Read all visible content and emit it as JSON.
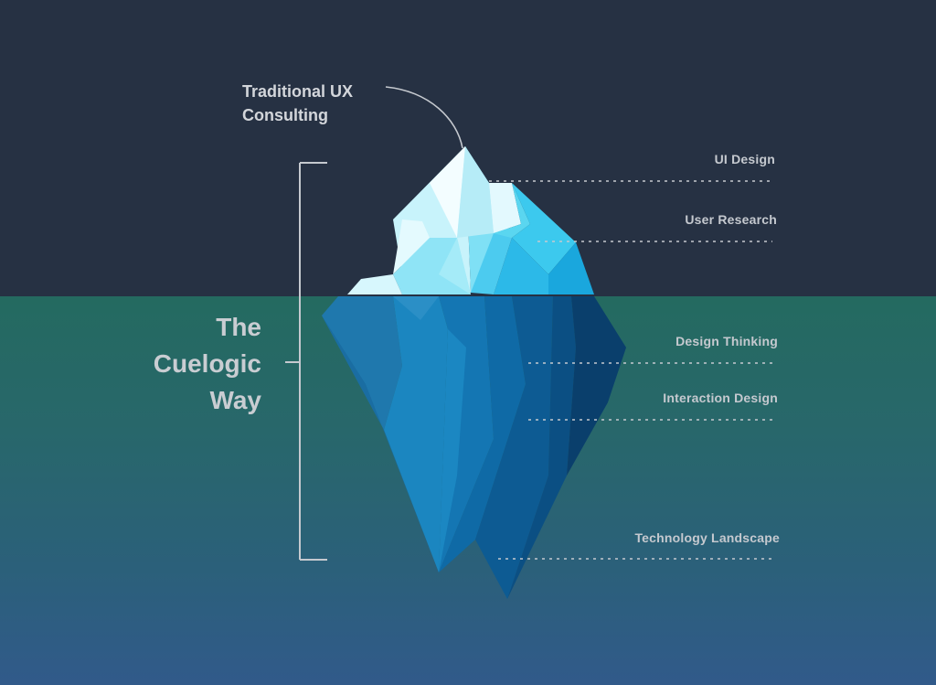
{
  "diagram": {
    "tip_label": {
      "line1": "Traditional UX",
      "line2": "Consulting"
    },
    "bracket_label": {
      "line1": "The",
      "line2": "Cuelogic",
      "line3": "Way"
    },
    "layers": [
      {
        "label": "UI Design",
        "zone": "above-water"
      },
      {
        "label": "User Research",
        "zone": "above-water"
      },
      {
        "label": "Design Thinking",
        "zone": "below-water"
      },
      {
        "label": "Interaction Design",
        "zone": "below-water"
      },
      {
        "label": "Technology Landscape",
        "zone": "below-water"
      }
    ],
    "colors": {
      "sky": "#263143",
      "water_top": "#246a60",
      "water_bottom": "#315a8a",
      "label_text": "#c5c9cf",
      "ice_light": "#e8fbff",
      "ice_mid": "#3fd0ee",
      "ice_deep": "#0e5f93"
    }
  }
}
